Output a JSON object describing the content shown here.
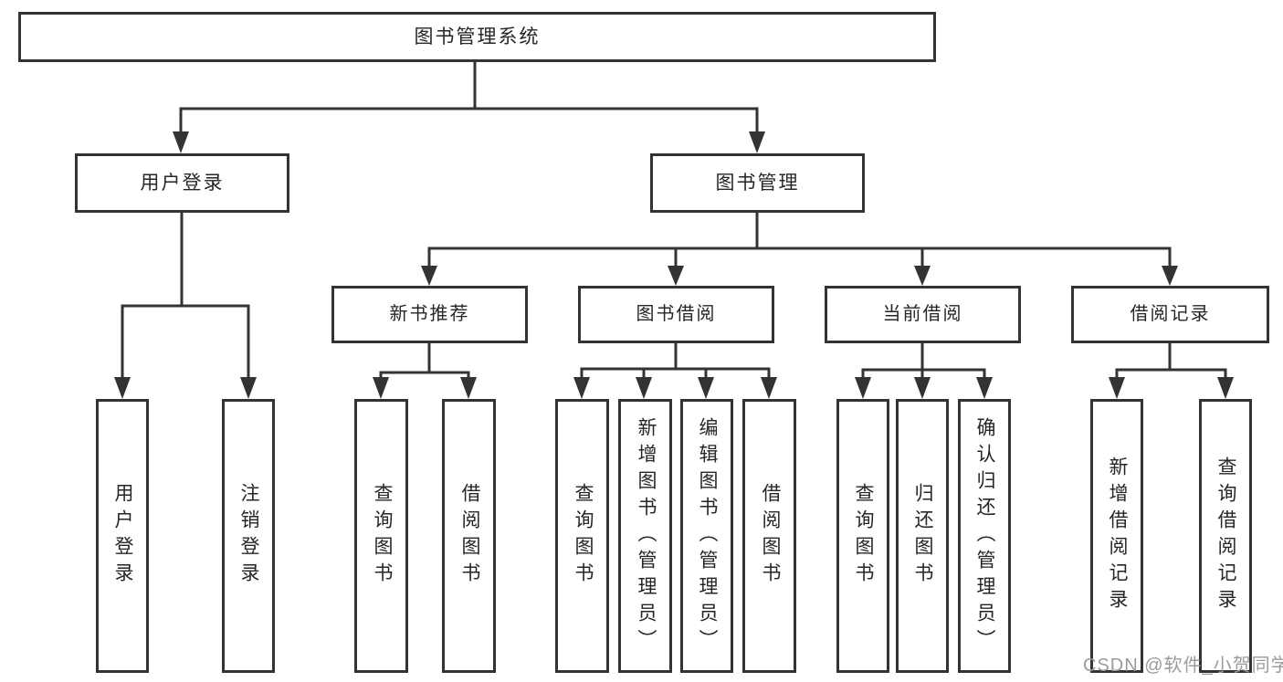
{
  "diagram_title": "图书管理系统",
  "tree": {
    "root": {
      "label": "图书管理系统"
    },
    "user_login": {
      "label": "用户登录",
      "children": [
        {
          "label": "用户登录"
        },
        {
          "label": "注销登录"
        }
      ]
    },
    "book_management": {
      "label": "图书管理",
      "sections": [
        {
          "label": "新书推荐",
          "children": [
            {
              "label": "查询图书"
            },
            {
              "label": "借阅图书"
            }
          ]
        },
        {
          "label": "图书借阅",
          "children": [
            {
              "label": "查询图书"
            },
            {
              "label": "新增图书（管理员）"
            },
            {
              "label": "编辑图书（管理员）"
            },
            {
              "label": "借阅图书"
            }
          ]
        },
        {
          "label": "当前借阅",
          "children": [
            {
              "label": "查询图书"
            },
            {
              "label": "归还图书"
            },
            {
              "label": "确认归还（管理员）"
            }
          ]
        },
        {
          "label": "借阅记录",
          "children": [
            {
              "label": "新增借阅记录"
            },
            {
              "label": "查询借阅记录"
            }
          ]
        }
      ]
    }
  },
  "watermark": {
    "text": "CSDN @软件_小贺同学",
    "color": "#9b9b9b"
  },
  "colors": {
    "line": "#333333",
    "text": "#262626",
    "background": "#ffffff"
  }
}
